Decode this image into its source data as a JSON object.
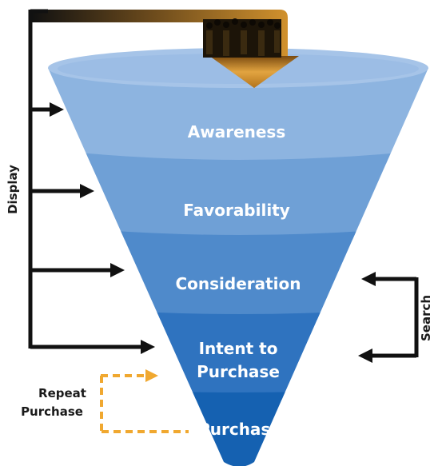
{
  "stages": [
    {
      "label": "Awareness"
    },
    {
      "label": "Favorability"
    },
    {
      "label": "Consideration"
    },
    {
      "label": "Intent to",
      "label2": "Purchase"
    },
    {
      "label": "Purchase"
    }
  ],
  "side_labels": {
    "display": "Display",
    "search": "Search",
    "repeat_line1": "Repeat",
    "repeat_line2": "Purchase"
  },
  "colors": {
    "stage_fills": [
      "#8db4e0",
      "#6fa0d6",
      "#4f8acb",
      "#2f73bf",
      "#1561b1"
    ],
    "rim": "#a6c4e8",
    "arrows": "#111111",
    "repeat": "#f0a830",
    "people_arrow_light": "#f3b45a",
    "people_arrow_dark": "#b3741c"
  },
  "icons": {
    "people": "crowd-of-people-icon"
  }
}
